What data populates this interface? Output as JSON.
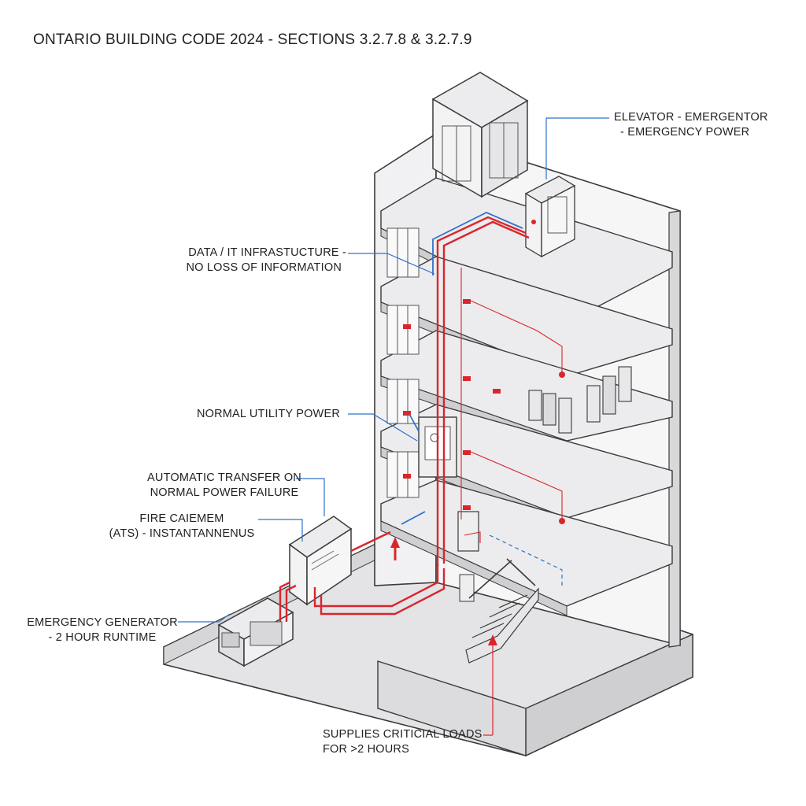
{
  "title": "ONTARIO BUILDING CODE 2024 - SECTIONS 3.2.7.8 & 3.2.7.9",
  "labels": {
    "elevator": [
      "ELEVATOR - EMERGENTOR",
      "- EMERGENCY POWER"
    ],
    "data_it": [
      "DATA / IT INFRASTUCTURE -",
      "NO LOSS OF INFORMATION"
    ],
    "normal_power": [
      "NORMAL UTILITY POWER"
    ],
    "auto_transfer": [
      "AUTOMATIC TRANSFER ON",
      "NORMAL POWER FAILURE"
    ],
    "ats": [
      "FIRE CAIEMEM",
      "(ATS) - INSTANTANNENUS"
    ],
    "generator": [
      "EMERGENCY GENERATOR",
      "- 2 HOUR RUNTIME"
    ],
    "critical_loads": [
      "SUPPLIES CRITICIAL  LOADS",
      "FOR >2 HOURS"
    ]
  },
  "colors": {
    "emergency_wire": "#d9262c",
    "normal_wire": "#2f73c9",
    "outline": "#3a3a3a",
    "surface": "#ececee"
  }
}
